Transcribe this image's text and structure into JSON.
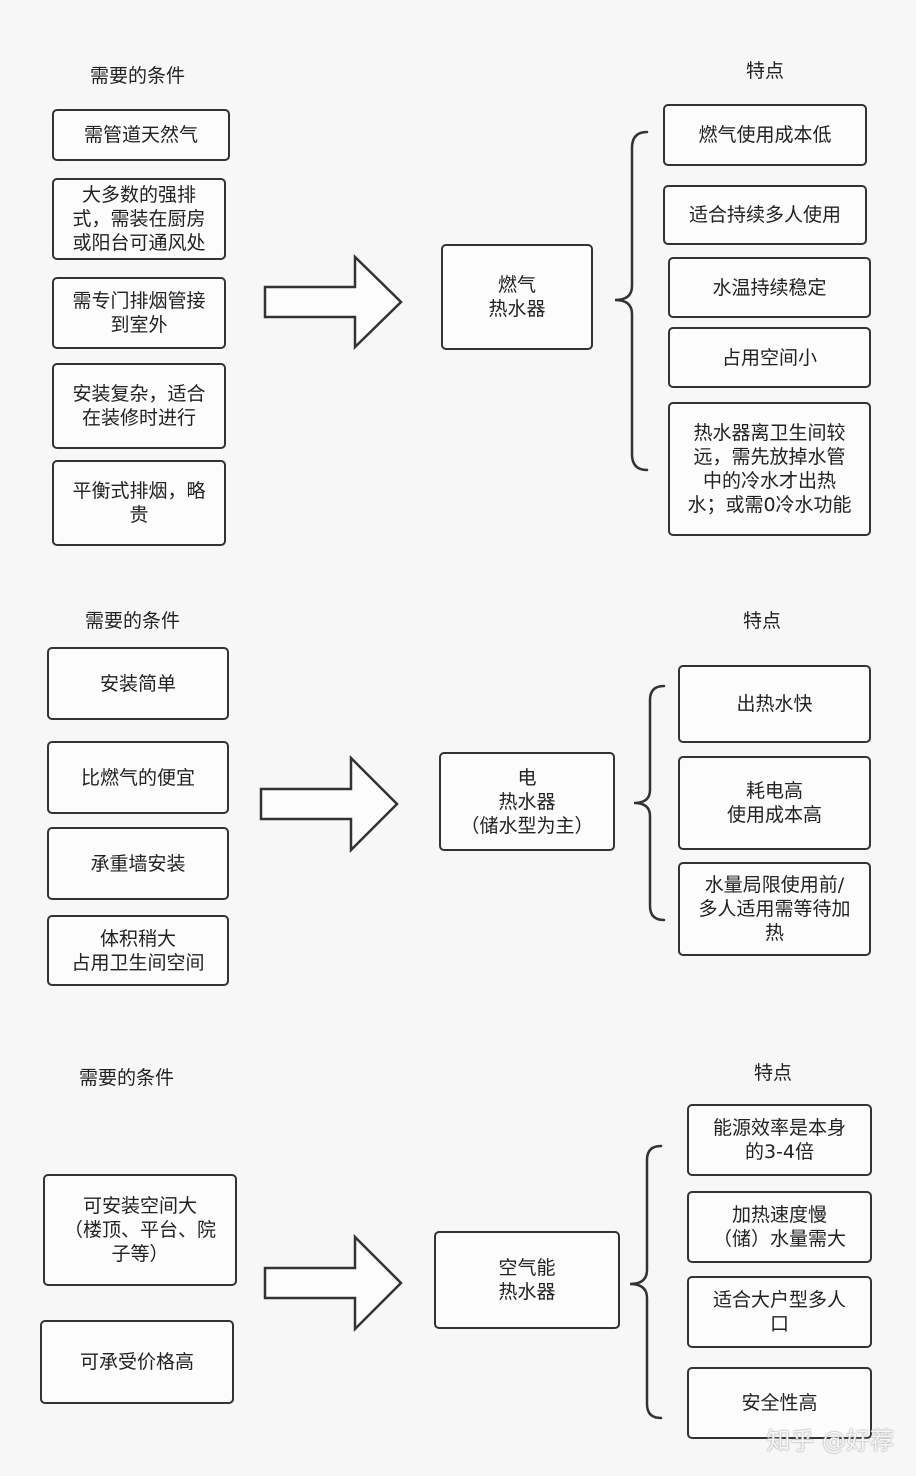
{
  "sections": [
    {
      "conditions_header": "需要的条件",
      "features_header": "特点",
      "center": "燃气\n热水器",
      "conditions": [
        "需管道天然气",
        "大多数的强排\n式，需装在厨房\n或阳台可通风处",
        "需专门排烟管接\n到室外",
        "安装复杂，适合\n在装修时进行",
        "平衡式排烟，略\n贵"
      ],
      "features": [
        "燃气使用成本低",
        "适合持续多人使用",
        "水温持续稳定",
        "占用空间小",
        "热水器离卫生间较\n远，需先放掉水管\n中的冷水才出热\n水；或需0冷水功能"
      ]
    },
    {
      "conditions_header": "需要的条件",
      "features_header": "特点",
      "center": "电\n热水器\n（储水型为主）",
      "conditions": [
        "安装简单",
        "比燃气的便宜",
        "承重墙安装",
        "体积稍大\n占用卫生间空间"
      ],
      "features": [
        "出热水快",
        "耗电高\n使用成本高",
        "水量局限使用前/\n多人适用需等待加\n热"
      ]
    },
    {
      "conditions_header": "需要的条件",
      "features_header": "特点",
      "center": "空气能\n热水器",
      "conditions": [
        "可安装空间大\n（楼顶、平台、院\n子等）",
        "可承受价格高"
      ],
      "features": [
        "能源效率是本身\n的3-4倍",
        "加热速度慢\n（储）水量需大",
        "适合大户型多人\n口",
        "安全性高"
      ]
    }
  ],
  "watermark": "知乎 @好荐"
}
